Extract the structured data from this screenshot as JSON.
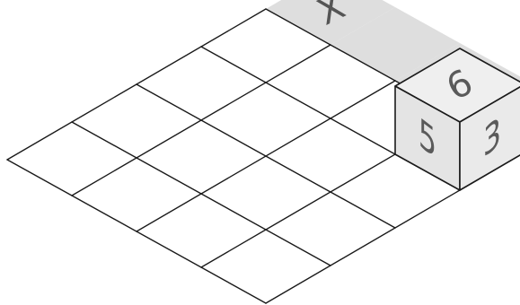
{
  "board": {
    "rows": 4,
    "cols": 4,
    "shaded_path": [
      {
        "u": 4,
        "v": 3
      },
      {
        "u": 4,
        "v": 2
      },
      {
        "u": 4,
        "v": 1
      },
      {
        "u": 4,
        "v": 0
      }
    ],
    "grid_color": "#1a1a1a",
    "path_color": "#dedede"
  },
  "cube": {
    "cell": {
      "u": 3,
      "v": 3
    },
    "top_label": "6",
    "left_label": "5",
    "right_label": "3",
    "top_color": "#efefef",
    "left_color": "#e4e4e4",
    "right_color": "#eaeaea"
  },
  "target": {
    "label": "X"
  }
}
